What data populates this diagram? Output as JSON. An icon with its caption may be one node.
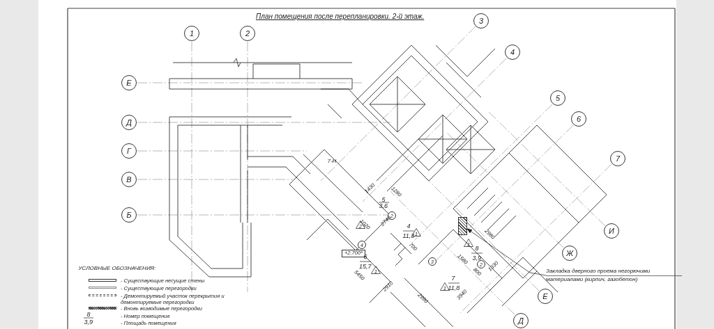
{
  "diagram": {
    "title": "План помещения после перепланировки. 2-й этаж.",
    "nodes": [
      {
        "text": [
          "Закладка дверного проема негорючими материалами (кирпич, газобетон)"
        ]
      },
      {
        "text": [],
        "shape": "box"
      }
    ],
    "edges": [
      {
        "from": 0,
        "to": 1,
        "arrow": "to"
      }
    ],
    "labels": [
      "1",
      "2",
      "3",
      "4",
      "5",
      "6",
      "7",
      "Е",
      "Д",
      "Г",
      "В",
      "Б",
      "И",
      "Ж",
      "Е",
      "Д",
      "7-Н",
      "1430",
      "1280",
      "5",
      "3,6",
      "2",
      "1020",
      "2",
      "2740",
      "4",
      "11,3",
      "1",
      "700",
      "4",
      "+2.700*",
      "6",
      "15,7",
      "1",
      "5450",
      "3",
      "2910",
      "1",
      "8",
      "3,9",
      "2980",
      "1580",
      "2",
      "800",
      "1330",
      "1",
      "7",
      "11,8",
      "2990",
      "3940",
      "УСЛОВНЫЕ ОБОЗНАЧЕНИЯ:",
      "8",
      "3,9"
    ],
    "legend": [
      {
        "text": "- Существующие несущие стены"
      },
      {
        "text": "- Существующие перегородки"
      },
      {
        "text": "- Демонтируемый участок перекрытия и демонтируемые перегородки"
      },
      {
        "text": "- Вновь возводимые перегородки"
      },
      {
        "text": "- Номер помещения"
      },
      {
        "text": "- Площадь помещения"
      }
    ]
  }
}
